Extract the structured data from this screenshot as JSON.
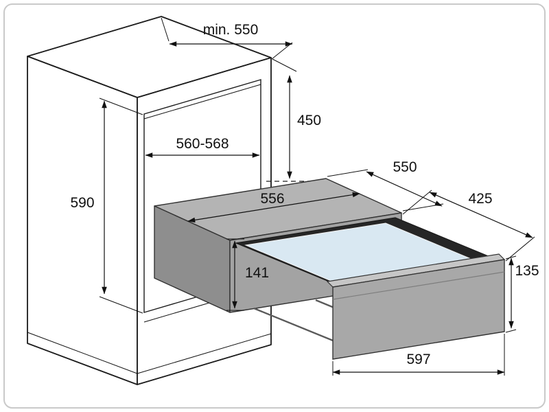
{
  "figure": {
    "kind": "built-in-warming-drawer-installation-diagram",
    "colors": {
      "line": "#1a1a1a",
      "dim_text": "#111111",
      "unit_top": "#b4b4b4",
      "unit_front": "#a3a3a3",
      "unit_side": "#8e8e8e",
      "glass_frame": "#262626",
      "glass": "#d9e8f2",
      "panel": "#a8a8a8",
      "panel_bevel": "#c6c6c6",
      "background": "#ffffff",
      "frame_border": "#c9c9c9"
    },
    "dimensions": {
      "niche_depth_min": "min. 550",
      "niche_height": "450",
      "niche_width": "560-568",
      "column_height": "590",
      "appliance_depth": "550",
      "open_clearance": "425",
      "appliance_width": "556",
      "appliance_height": "141",
      "front_height": "135",
      "front_width": "597"
    }
  }
}
